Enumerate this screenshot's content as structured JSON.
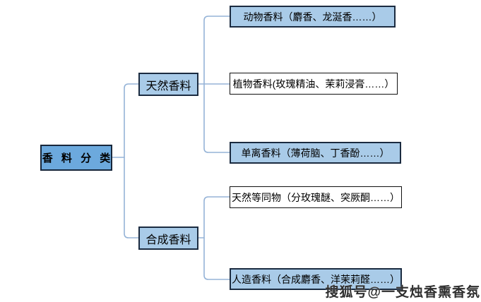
{
  "diagram": {
    "title_context": "fragrance classification tree",
    "root": {
      "label": "香 料 分 类"
    },
    "branches": [
      {
        "label": "天然香料",
        "children": [
          {
            "label": "动物香料（麝香、龙涎香……）",
            "style": "blue"
          },
          {
            "label": "植物香料(玫瑰精油、茉莉浸膏……）",
            "style": "white"
          },
          {
            "label": "单离香料（薄荷脑、丁香酚……）",
            "style": "blue"
          }
        ]
      },
      {
        "label": "合成香料",
        "children": [
          {
            "label": "天然等同物（分玫瑰醚、突厥酮……）",
            "style": "white"
          },
          {
            "label": "人造香料（合成麝香、洋茉莉醛……）",
            "style": "blue"
          }
        ]
      }
    ],
    "colors": {
      "root_fill": "#6ca9dd",
      "node_fill_blue": "#a9cbe8",
      "node_fill_white": "#ffffff",
      "node_border": "#1b2b40",
      "connector": "#95b3d7",
      "background": "#ffffff"
    }
  },
  "watermark": {
    "text": "搜狐号@一支烛香熏香氛"
  }
}
